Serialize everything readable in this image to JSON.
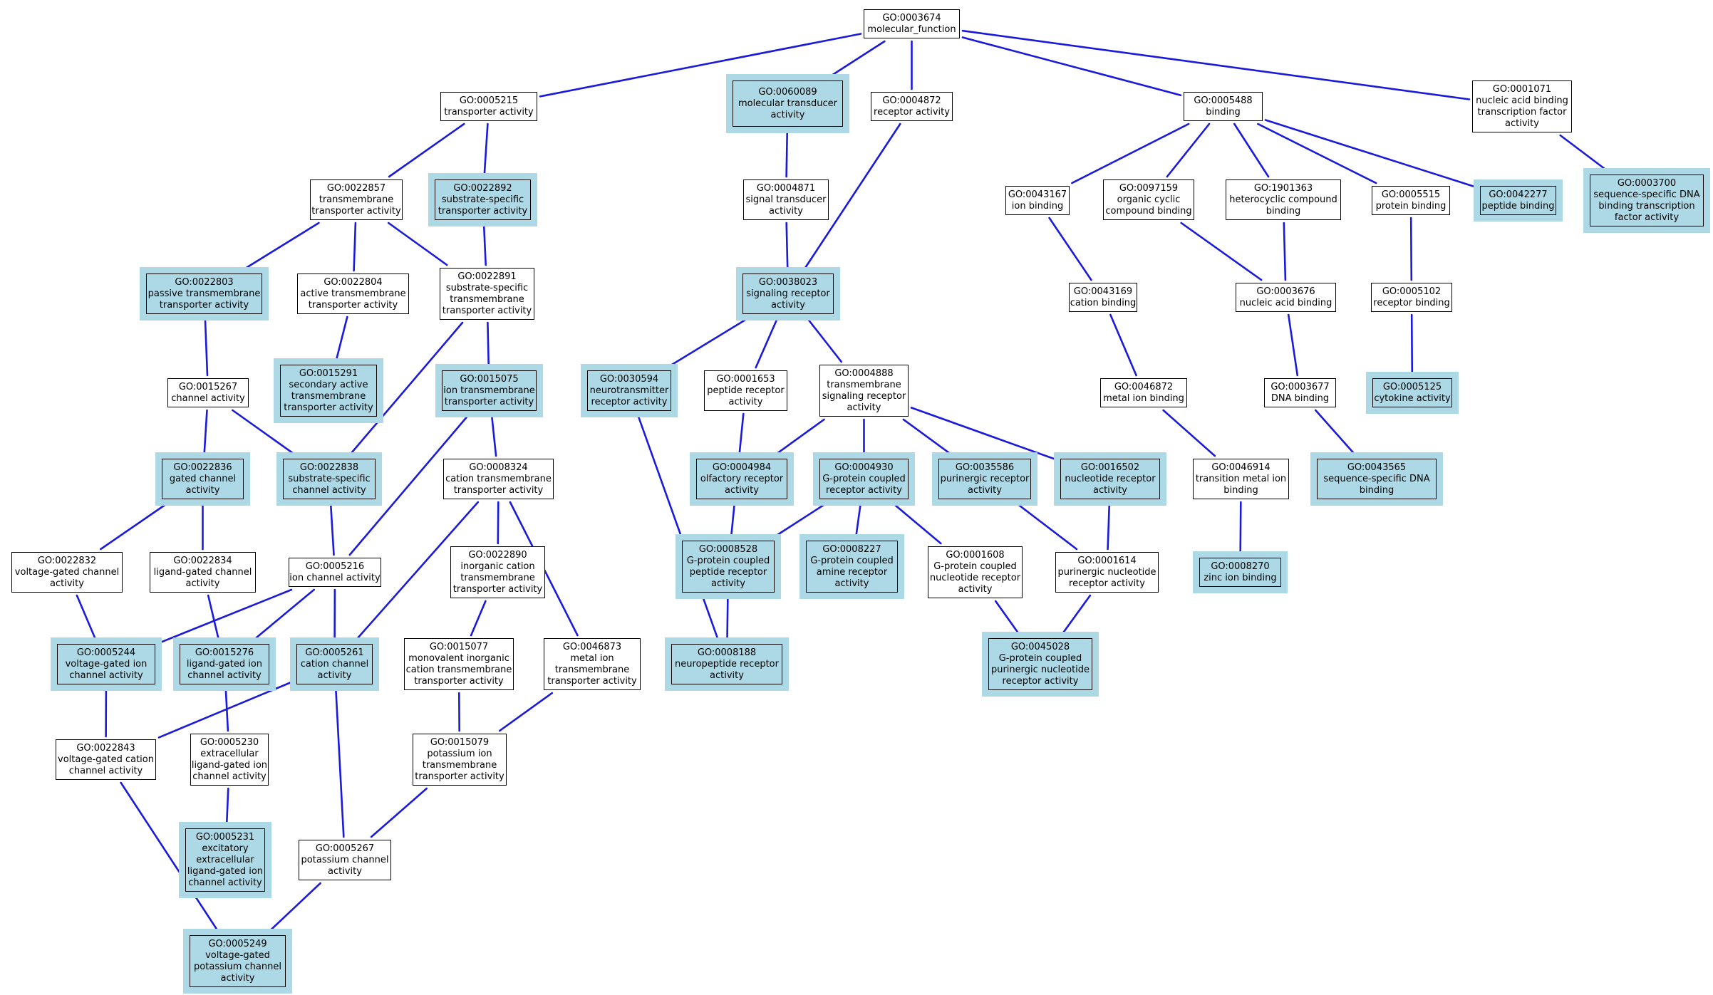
{
  "colors": {
    "edge": "#1a1adb",
    "highlight": "#add8e6",
    "node_border": "#000000",
    "node_bg": "#ffffff"
  },
  "nodes": [
    {
      "id": "n0003674",
      "lines": [
        "GO:0003674",
        "molecular_function"
      ],
      "highlighted": false
    },
    {
      "id": "n0005215",
      "lines": [
        "GO:0005215",
        "transporter activity"
      ],
      "highlighted": false
    },
    {
      "id": "n0060089",
      "lines": [
        "GO:0060089",
        "molecular transducer",
        "activity"
      ],
      "highlighted": true
    },
    {
      "id": "n0004872",
      "lines": [
        "GO:0004872",
        "receptor activity"
      ],
      "highlighted": false
    },
    {
      "id": "n0005488",
      "lines": [
        "GO:0005488",
        "binding"
      ],
      "highlighted": false
    },
    {
      "id": "n0001071",
      "lines": [
        "GO:0001071",
        "nucleic acid binding",
        "transcription factor",
        "activity"
      ],
      "highlighted": false
    },
    {
      "id": "n0022857",
      "lines": [
        "GO:0022857",
        "transmembrane",
        "transporter activity"
      ],
      "highlighted": false
    },
    {
      "id": "n0022892",
      "lines": [
        "GO:0022892",
        "substrate-specific",
        "transporter activity"
      ],
      "highlighted": true
    },
    {
      "id": "n0004871",
      "lines": [
        "GO:0004871",
        "signal transducer",
        "activity"
      ],
      "highlighted": false
    },
    {
      "id": "n0043167",
      "lines": [
        "GO:0043167",
        "ion binding"
      ],
      "highlighted": false
    },
    {
      "id": "n0097159",
      "lines": [
        "GO:0097159",
        "organic cyclic",
        "compound binding"
      ],
      "highlighted": false
    },
    {
      "id": "n1901363",
      "lines": [
        "GO:1901363",
        "heterocyclic compound",
        "binding"
      ],
      "highlighted": false
    },
    {
      "id": "n0005515",
      "lines": [
        "GO:0005515",
        "protein binding"
      ],
      "highlighted": false
    },
    {
      "id": "n0042277",
      "lines": [
        "GO:0042277",
        "peptide binding"
      ],
      "highlighted": true
    },
    {
      "id": "n0003700",
      "lines": [
        "GO:0003700",
        "sequence-specific DNA",
        "binding transcription",
        "factor activity"
      ],
      "highlighted": true
    },
    {
      "id": "n0022803",
      "lines": [
        "GO:0022803",
        "passive transmembrane",
        "transporter activity"
      ],
      "highlighted": true
    },
    {
      "id": "n0022804",
      "lines": [
        "GO:0022804",
        "active transmembrane",
        "transporter activity"
      ],
      "highlighted": false
    },
    {
      "id": "n0022891",
      "lines": [
        "GO:0022891",
        "substrate-specific",
        "transmembrane",
        "transporter activity"
      ],
      "highlighted": false
    },
    {
      "id": "n0038023",
      "lines": [
        "GO:0038023",
        "signaling receptor",
        "activity"
      ],
      "highlighted": true
    },
    {
      "id": "n0043169",
      "lines": [
        "GO:0043169",
        "cation binding"
      ],
      "highlighted": false
    },
    {
      "id": "n0003676",
      "lines": [
        "GO:0003676",
        "nucleic acid binding"
      ],
      "highlighted": false
    },
    {
      "id": "n0005102",
      "lines": [
        "GO:0005102",
        "receptor binding"
      ],
      "highlighted": false
    },
    {
      "id": "n0015291",
      "lines": [
        "GO:0015291",
        "secondary active",
        "transmembrane",
        "transporter activity"
      ],
      "highlighted": true
    },
    {
      "id": "n0015267",
      "lines": [
        "GO:0015267",
        "channel activity"
      ],
      "highlighted": false
    },
    {
      "id": "n0015075",
      "lines": [
        "GO:0015075",
        "ion transmembrane",
        "transporter activity"
      ],
      "highlighted": true
    },
    {
      "id": "n0030594",
      "lines": [
        "GO:0030594",
        "neurotransmitter",
        "receptor activity"
      ],
      "highlighted": true
    },
    {
      "id": "n0001653",
      "lines": [
        "GO:0001653",
        "peptide receptor",
        "activity"
      ],
      "highlighted": false
    },
    {
      "id": "n0004888",
      "lines": [
        "GO:0004888",
        "transmembrane",
        "signaling receptor",
        "activity"
      ],
      "highlighted": false
    },
    {
      "id": "n0046872",
      "lines": [
        "GO:0046872",
        "metal ion binding"
      ],
      "highlighted": false
    },
    {
      "id": "n0003677",
      "lines": [
        "GO:0003677",
        "DNA binding"
      ],
      "highlighted": false
    },
    {
      "id": "n0005125",
      "lines": [
        "GO:0005125",
        "cytokine activity"
      ],
      "highlighted": true
    },
    {
      "id": "n0022836",
      "lines": [
        "GO:0022836",
        "gated channel",
        "activity"
      ],
      "highlighted": true
    },
    {
      "id": "n0022838",
      "lines": [
        "GO:0022838",
        "substrate-specific",
        "channel activity"
      ],
      "highlighted": true
    },
    {
      "id": "n0008324",
      "lines": [
        "GO:0008324",
        "cation transmembrane",
        "transporter activity"
      ],
      "highlighted": false
    },
    {
      "id": "n0004984",
      "lines": [
        "GO:0004984",
        "olfactory receptor",
        "activity"
      ],
      "highlighted": true
    },
    {
      "id": "n0004930",
      "lines": [
        "GO:0004930",
        "G-protein coupled",
        "receptor activity"
      ],
      "highlighted": true
    },
    {
      "id": "n0035586",
      "lines": [
        "GO:0035586",
        "purinergic receptor",
        "activity"
      ],
      "highlighted": true
    },
    {
      "id": "n0016502",
      "lines": [
        "GO:0016502",
        "nucleotide receptor",
        "activity"
      ],
      "highlighted": true
    },
    {
      "id": "n0046914",
      "lines": [
        "GO:0046914",
        "transition metal ion",
        "binding"
      ],
      "highlighted": false
    },
    {
      "id": "n0043565",
      "lines": [
        "GO:0043565",
        "sequence-specific DNA",
        "binding"
      ],
      "highlighted": true
    },
    {
      "id": "n0022832",
      "lines": [
        "GO:0022832",
        "voltage-gated channel",
        "activity"
      ],
      "highlighted": false
    },
    {
      "id": "n0022834",
      "lines": [
        "GO:0022834",
        "ligand-gated channel",
        "activity"
      ],
      "highlighted": false
    },
    {
      "id": "n0005216",
      "lines": [
        "GO:0005216",
        "ion channel activity"
      ],
      "highlighted": false
    },
    {
      "id": "n0022890",
      "lines": [
        "GO:0022890",
        "inorganic cation",
        "transmembrane",
        "transporter activity"
      ],
      "highlighted": false
    },
    {
      "id": "n0008528",
      "lines": [
        "GO:0008528",
        "G-protein coupled",
        "peptide receptor",
        "activity"
      ],
      "highlighted": true
    },
    {
      "id": "n0008227",
      "lines": [
        "GO:0008227",
        "G-protein coupled",
        "amine receptor",
        "activity"
      ],
      "highlighted": true
    },
    {
      "id": "n0001608",
      "lines": [
        "GO:0001608",
        "G-protein coupled",
        "nucleotide receptor",
        "activity"
      ],
      "highlighted": false
    },
    {
      "id": "n0001614",
      "lines": [
        "GO:0001614",
        "purinergic nucleotide",
        "receptor activity"
      ],
      "highlighted": false
    },
    {
      "id": "n0008270",
      "lines": [
        "GO:0008270",
        "zinc ion binding"
      ],
      "highlighted": true
    },
    {
      "id": "n0005244",
      "lines": [
        "GO:0005244",
        "voltage-gated ion",
        "channel activity"
      ],
      "highlighted": true
    },
    {
      "id": "n0015276",
      "lines": [
        "GO:0015276",
        "ligand-gated ion",
        "channel activity"
      ],
      "highlighted": true
    },
    {
      "id": "n0005261",
      "lines": [
        "GO:0005261",
        "cation channel",
        "activity"
      ],
      "highlighted": true
    },
    {
      "id": "n0015077",
      "lines": [
        "GO:0015077",
        "monovalent inorganic",
        "cation transmembrane",
        "transporter activity"
      ],
      "highlighted": false
    },
    {
      "id": "n0046873",
      "lines": [
        "GO:0046873",
        "metal ion",
        "transmembrane",
        "transporter activity"
      ],
      "highlighted": false
    },
    {
      "id": "n0008188",
      "lines": [
        "GO:0008188",
        "neuropeptide receptor",
        "activity"
      ],
      "highlighted": true
    },
    {
      "id": "n0045028",
      "lines": [
        "GO:0045028",
        "G-protein coupled",
        "purinergic nucleotide",
        "receptor activity"
      ],
      "highlighted": true
    },
    {
      "id": "n0022843",
      "lines": [
        "GO:0022843",
        "voltage-gated cation",
        "channel activity"
      ],
      "highlighted": false
    },
    {
      "id": "n0005230",
      "lines": [
        "GO:0005230",
        "extracellular",
        "ligand-gated ion",
        "channel activity"
      ],
      "highlighted": false
    },
    {
      "id": "n0015079",
      "lines": [
        "GO:0015079",
        "potassium ion",
        "transmembrane",
        "transporter activity"
      ],
      "highlighted": false
    },
    {
      "id": "n0005231",
      "lines": [
        "GO:0005231",
        "excitatory",
        "extracellular",
        "ligand-gated ion",
        "channel activity"
      ],
      "highlighted": true
    },
    {
      "id": "n0005267",
      "lines": [
        "GO:0005267",
        "potassium channel",
        "activity"
      ],
      "highlighted": false
    },
    {
      "id": "n0005249",
      "lines": [
        "GO:0005249",
        "voltage-gated",
        "potassium channel",
        "activity"
      ],
      "highlighted": true
    }
  ],
  "edges": [
    [
      "n0003674",
      "n0005215"
    ],
    [
      "n0003674",
      "n0060089"
    ],
    [
      "n0003674",
      "n0004872"
    ],
    [
      "n0003674",
      "n0005488"
    ],
    [
      "n0003674",
      "n0001071"
    ],
    [
      "n0005215",
      "n0022857"
    ],
    [
      "n0005215",
      "n0022892"
    ],
    [
      "n0060089",
      "n0004871"
    ],
    [
      "n0004871",
      "n0038023"
    ],
    [
      "n0004872",
      "n0038023"
    ],
    [
      "n0001071",
      "n0003700"
    ],
    [
      "n0005488",
      "n0043167"
    ],
    [
      "n0005488",
      "n0097159"
    ],
    [
      "n0005488",
      "n1901363"
    ],
    [
      "n0005488",
      "n0005515"
    ],
    [
      "n0005488",
      "n0042277"
    ],
    [
      "n0022857",
      "n0022803"
    ],
    [
      "n0022857",
      "n0022804"
    ],
    [
      "n0022857",
      "n0022891"
    ],
    [
      "n0022892",
      "n0022891"
    ],
    [
      "n0022804",
      "n0015291"
    ],
    [
      "n0022803",
      "n0015267"
    ],
    [
      "n0022891",
      "n0015075"
    ],
    [
      "n0022891",
      "n0022838"
    ],
    [
      "n0043167",
      "n0043169"
    ],
    [
      "n0043169",
      "n0046872"
    ],
    [
      "n0046872",
      "n0046914"
    ],
    [
      "n0046914",
      "n0008270"
    ],
    [
      "n0097159",
      "n0003676"
    ],
    [
      "n1901363",
      "n0003676"
    ],
    [
      "n0003676",
      "n0003677"
    ],
    [
      "n0003677",
      "n0043565"
    ],
    [
      "n0005515",
      "n0005102"
    ],
    [
      "n0005102",
      "n0005125"
    ],
    [
      "n0038023",
      "n0030594"
    ],
    [
      "n0038023",
      "n0001653"
    ],
    [
      "n0038023",
      "n0004888"
    ],
    [
      "n0015267",
      "n0022836"
    ],
    [
      "n0015267",
      "n0022838"
    ],
    [
      "n0015075",
      "n0008324"
    ],
    [
      "n0015075",
      "n0005216"
    ],
    [
      "n0022836",
      "n0022832"
    ],
    [
      "n0022836",
      "n0022834"
    ],
    [
      "n0022838",
      "n0005216"
    ],
    [
      "n0004888",
      "n0004984"
    ],
    [
      "n0004888",
      "n0004930"
    ],
    [
      "n0004888",
      "n0035586"
    ],
    [
      "n0004888",
      "n0016502"
    ],
    [
      "n0008324",
      "n0022890"
    ],
    [
      "n0008324",
      "n0046873"
    ],
    [
      "n0008324",
      "n0005261"
    ],
    [
      "n0001653",
      "n0008528"
    ],
    [
      "n0004930",
      "n0008528"
    ],
    [
      "n0004930",
      "n0008227"
    ],
    [
      "n0004930",
      "n0001608"
    ],
    [
      "n0035586",
      "n0001614"
    ],
    [
      "n0016502",
      "n0001614"
    ],
    [
      "n0001608",
      "n0045028"
    ],
    [
      "n0001614",
      "n0045028"
    ],
    [
      "n0022832",
      "n0005244"
    ],
    [
      "n0005216",
      "n0005244"
    ],
    [
      "n0005216",
      "n0015276"
    ],
    [
      "n0005216",
      "n0005261"
    ],
    [
      "n0022834",
      "n0015276"
    ],
    [
      "n0022890",
      "n0015077"
    ],
    [
      "n0030594",
      "n0008188"
    ],
    [
      "n0008528",
      "n0008188"
    ],
    [
      "n0005244",
      "n0022843"
    ],
    [
      "n0005261",
      "n0022843"
    ],
    [
      "n0015276",
      "n0005230"
    ],
    [
      "n0015077",
      "n0015079"
    ],
    [
      "n0046873",
      "n0015079"
    ],
    [
      "n0005230",
      "n0005231"
    ],
    [
      "n0005261",
      "n0005267"
    ],
    [
      "n0015079",
      "n0005267"
    ],
    [
      "n0022843",
      "n0005249"
    ],
    [
      "n0005267",
      "n0005249"
    ]
  ]
}
